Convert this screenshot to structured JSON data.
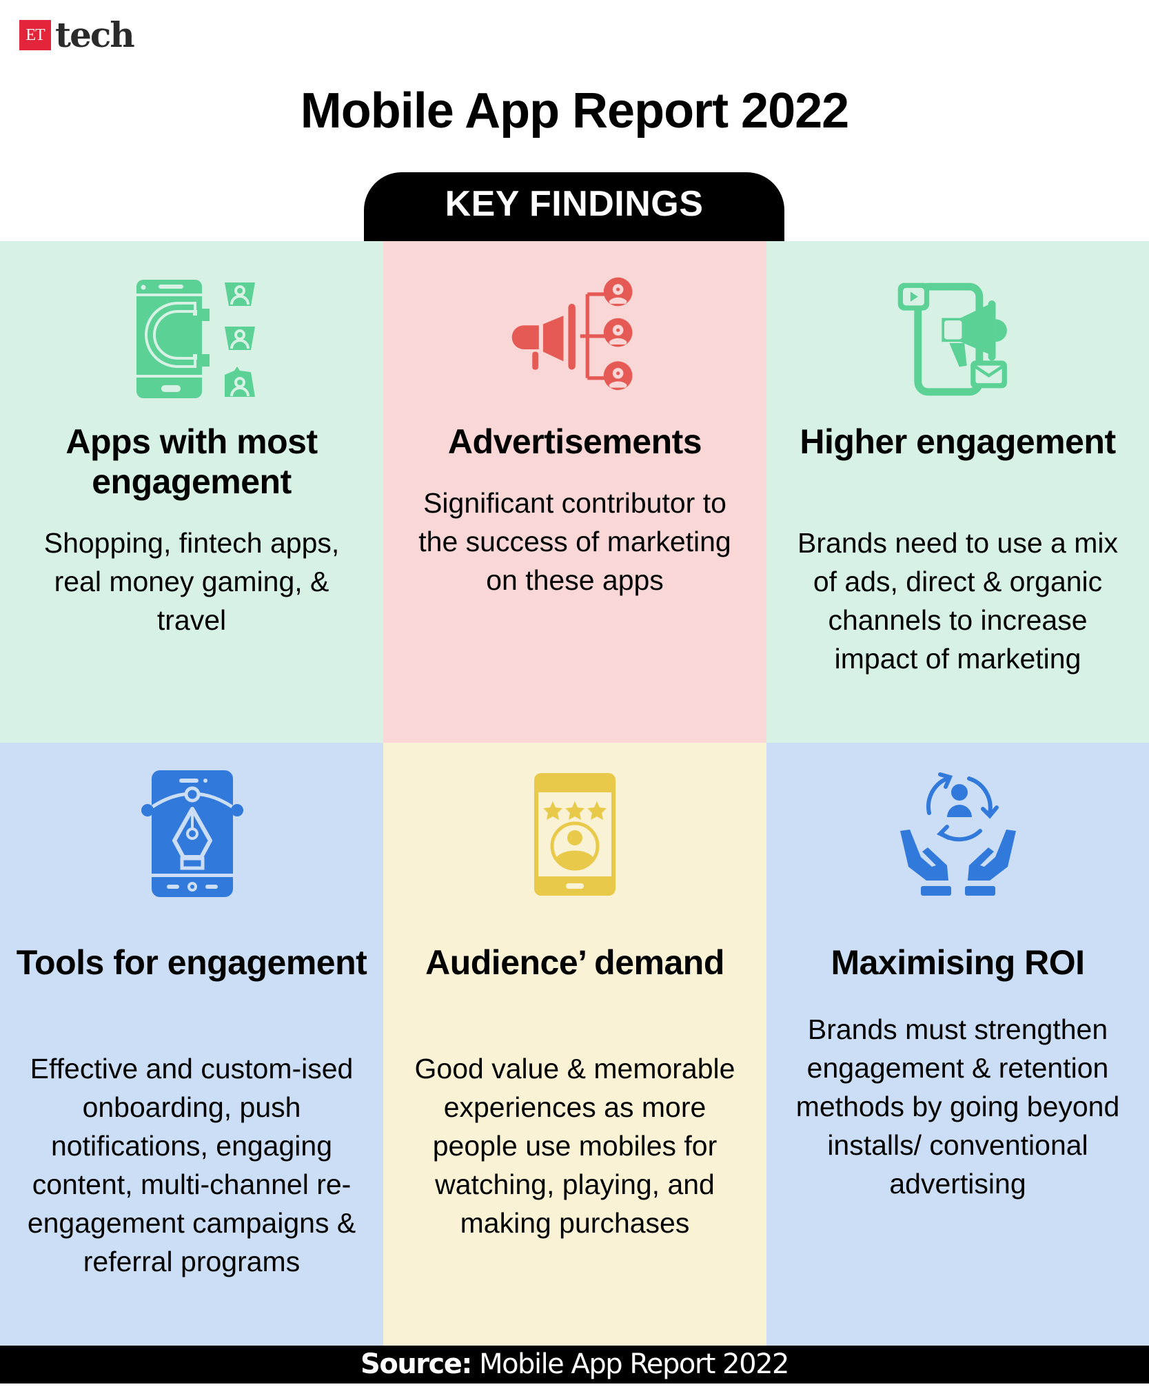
{
  "logo": {
    "et": "ET",
    "tech": "tech"
  },
  "title": "Mobile App Report 2022",
  "section_label": "KEY FINDINGS",
  "colors": {
    "green_bg": "#d7f2e5",
    "pink_bg": "#f8d7d6",
    "blue_bg": "#cbdef5",
    "yellow_bg": "#faf2d5",
    "green_icon": "#5bd196",
    "red_icon": "#e55a55",
    "blue_icon": "#3179db",
    "yellow_icon": "#e8c94a",
    "logo_red": "#e2253a"
  },
  "findings": [
    {
      "icon": "magnet-phone-users-icon",
      "heading": "Apps with most engagement",
      "body": "Shopping, fintech apps, real money gaming, & travel"
    },
    {
      "icon": "megaphone-network-icon",
      "heading": "Advertisements",
      "body": "Significant contributor to the success of marketing on these apps"
    },
    {
      "icon": "phone-megaphone-mail-icon",
      "heading": "Higher engagement",
      "body": "Brands need to use a mix of ads, direct & organic channels to increase impact of marketing"
    },
    {
      "icon": "phone-pen-tool-icon",
      "heading": "Tools for engagement",
      "body": "Effective and custom-ised onboarding, push notifications, engaging content, multi-channel re-engagement campaigns & referral programs"
    },
    {
      "icon": "phone-rating-profile-icon",
      "heading": "Audience’ demand",
      "body": "Good value & memorable experiences as more people use mobiles for watching, playing, and making purchases"
    },
    {
      "icon": "hands-cycle-user-icon",
      "heading": "Maximising ROI",
      "body": "Brands must strengthen engagement & retention methods by going beyond installs/ conventional advertising"
    }
  ],
  "source": {
    "label": "Source:",
    "value": " Mobile App Report 2022"
  }
}
